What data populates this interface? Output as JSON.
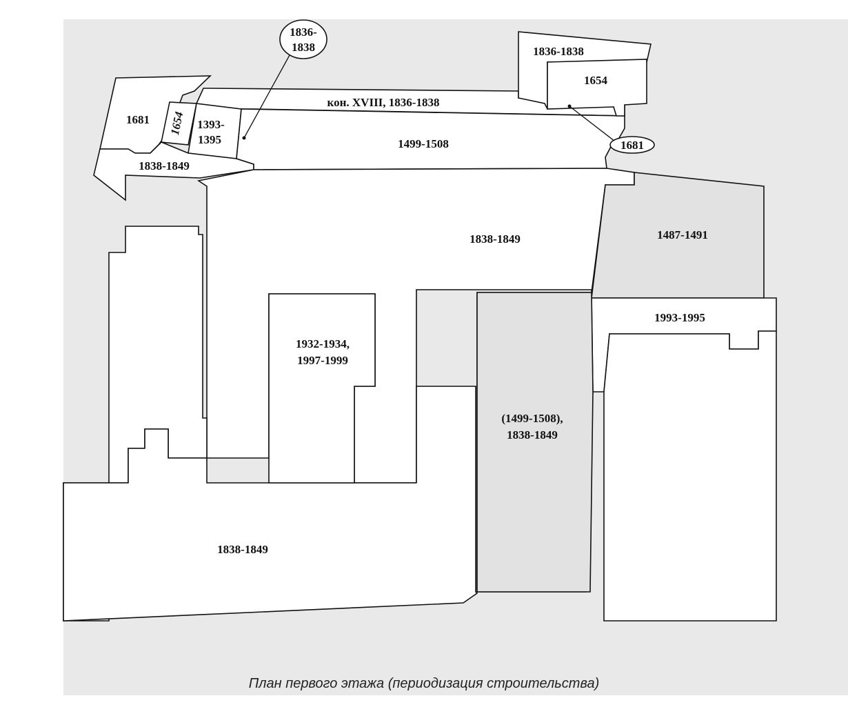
{
  "rooms": {
    "r1681": "1681",
    "r1654_small": "1654",
    "r1393": "1393-",
    "r1395": "1395",
    "kon": "кон. XVIII, 1836-1838",
    "r1499": "1499-1508",
    "r1838_left_top": "1838-1849",
    "r1836_top_right": "1836-1838",
    "r1654_top_right": "1654",
    "r1838_center": "1838-1849",
    "r1487": "1487-1491",
    "r1993": "1993-1995",
    "r1932": "1932-1934,",
    "r1997": "1997-1999",
    "r1499_paren": "(1499-1508),",
    "r1838_paren": "1838-1849",
    "r1838_bottom": "1838-1849"
  },
  "callouts": {
    "top_line1": "1836-",
    "top_line2": "1838",
    "right": "1681"
  },
  "caption": "План первого этажа (периодизация строительства)"
}
